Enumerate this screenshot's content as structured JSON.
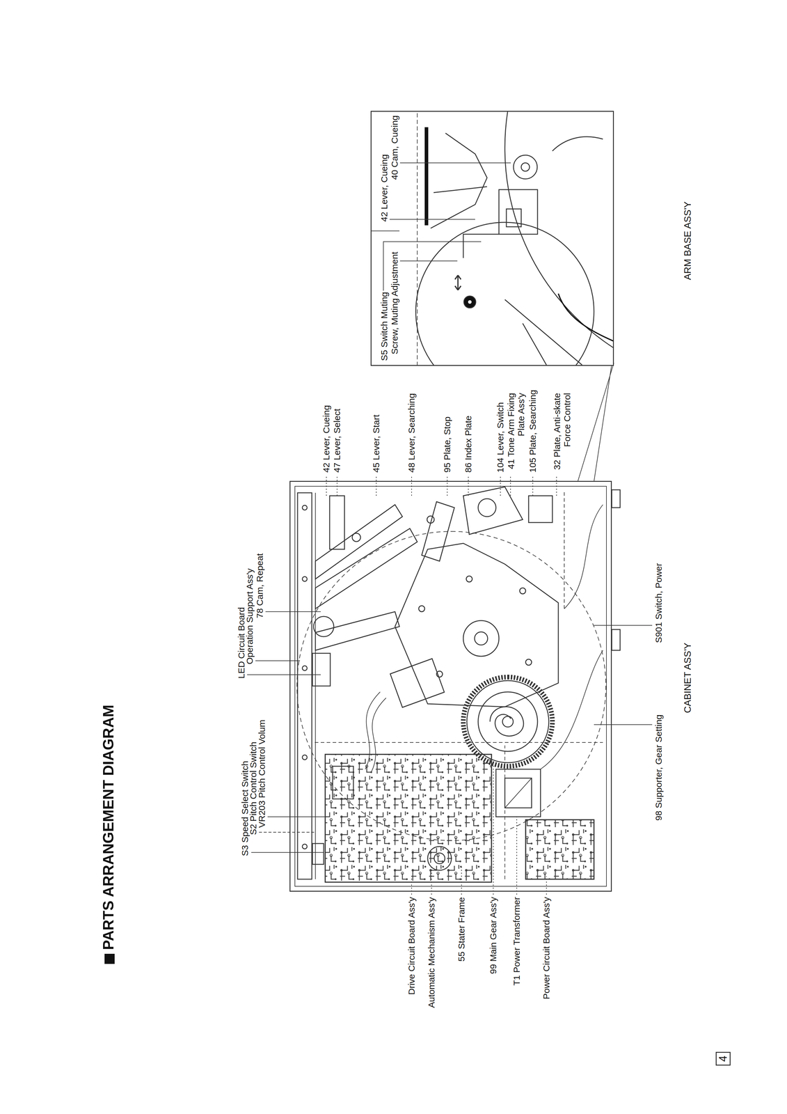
{
  "diagram": {
    "title": "PARTS ARRANGEMENT DIAGRAM",
    "nodes": [
      {
        "text": [
          "CABINET ASS'Y"
        ]
      },
      {
        "text": [
          "S5 Switch Muting",
          "Screw, Muting Adjustment",
          "42 Lever, Cueing",
          "40 Cam, Cueing",
          "ARM BASE ASS'Y"
        ]
      },
      {
        "text": [
          "4"
        ]
      }
    ],
    "edges": [
      {
        "from": 0,
        "to": 1,
        "arrow": "none"
      }
    ],
    "labels": [
      "S3 Speed Select Switch",
      "S2 Pitch Control Switch",
      "VR203 Pitch Control Volum",
      "LED Circuit Board",
      "Operation Support Ass'y",
      "78 Cam, Repeat",
      "Drive Circuit Board Ass'y",
      "Automatic Mechanism Ass'y",
      "55 Stater Frame",
      "99 Main Gear Ass'y",
      "T1 Power Transformer",
      "Power Circuit Board Ass'y",
      "98 Supporter, Gear Setting",
      "S901 Switch, Power",
      "42 Lever, Cueing",
      "47 Lever, Select",
      "45 Lever, Start",
      "48 Lever, Searching",
      "95 Plate, Stop",
      "86 Index Plate",
      "104 Lever, Switch",
      "41 Tone Arm Fixing Plate Ass'y",
      "105 Plate, Searching",
      "32 Plate, Anti-skate Force Control"
    ]
  }
}
